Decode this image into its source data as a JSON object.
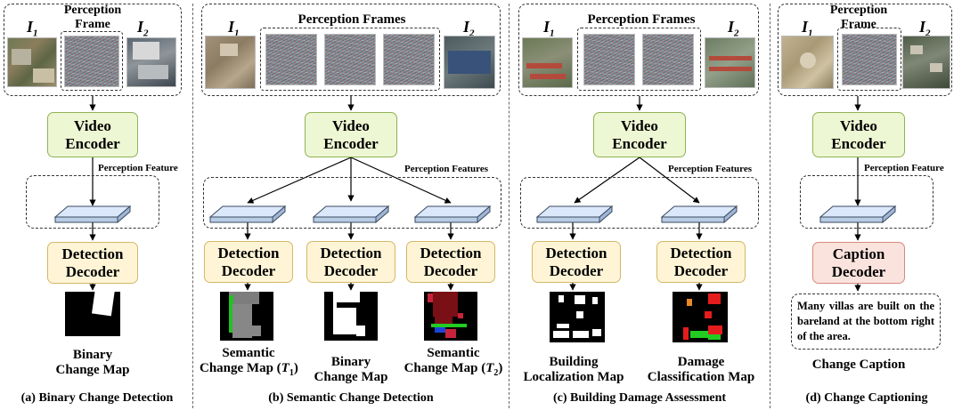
{
  "colors": {
    "encoder_fill": "#eef7d3",
    "decoder_fill": "#fff5d6",
    "caption_decoder_fill": "#fbe3dd",
    "feature_plane": "#d7e6fa"
  },
  "panel_a": {
    "frame_label": "Perception\nFrame",
    "i1": "I",
    "i1_sub": "1",
    "i2": "I",
    "i2_sub": "2",
    "encoder": "Video\nEncoder",
    "feature_label": "Perception Feature",
    "decoder": "Detection\nDecoder",
    "output_label": "Binary\nChange Map",
    "caption": "(a) Binary Change Detection"
  },
  "panel_b": {
    "frame_label": "Perception Frames",
    "i1": "I",
    "i1_sub": "1",
    "i2": "I",
    "i2_sub": "2",
    "encoder": "Video\nEncoder",
    "feature_label": "Perception Features",
    "decoder1": "Detection\nDecoder",
    "decoder2": "Detection\nDecoder",
    "decoder3": "Detection\nDecoder",
    "out1_line1": "Semantic",
    "out1_line2": "Change Map (",
    "out1_t": "T",
    "out1_sub": "1",
    "out1_close": ")",
    "out2_label": "Binary\nChange Map",
    "out3_line1": "Semantic",
    "out3_line2": "Change Map (",
    "out3_t": "T",
    "out3_sub": "2",
    "out3_close": ")",
    "caption": "(b) Semantic Change Detection"
  },
  "panel_c": {
    "frame_label": "Perception Frames",
    "i1": "I",
    "i1_sub": "1",
    "i2": "I",
    "i2_sub": "2",
    "encoder": "Video\nEncoder",
    "feature_label": "Perception Features",
    "decoder1": "Detection\nDecoder",
    "decoder2": "Detection\nDecoder",
    "out1_label": "Building\nLocalization Map",
    "out2_label": "Damage\nClassification Map",
    "caption": "(c) Building Damage Assessment"
  },
  "panel_d": {
    "frame_label": "Perception\nFrame",
    "i1": "I",
    "i1_sub": "1",
    "i2": "I",
    "i2_sub": "2",
    "encoder": "Video\nEncoder",
    "feature_label": "Perception Feature",
    "decoder": "Caption\nDecoder",
    "caption_text": "Many villas are built on the bareland at the bottom right of the area.",
    "output_label": "Change Caption",
    "caption": "(d) Change Captioning"
  }
}
